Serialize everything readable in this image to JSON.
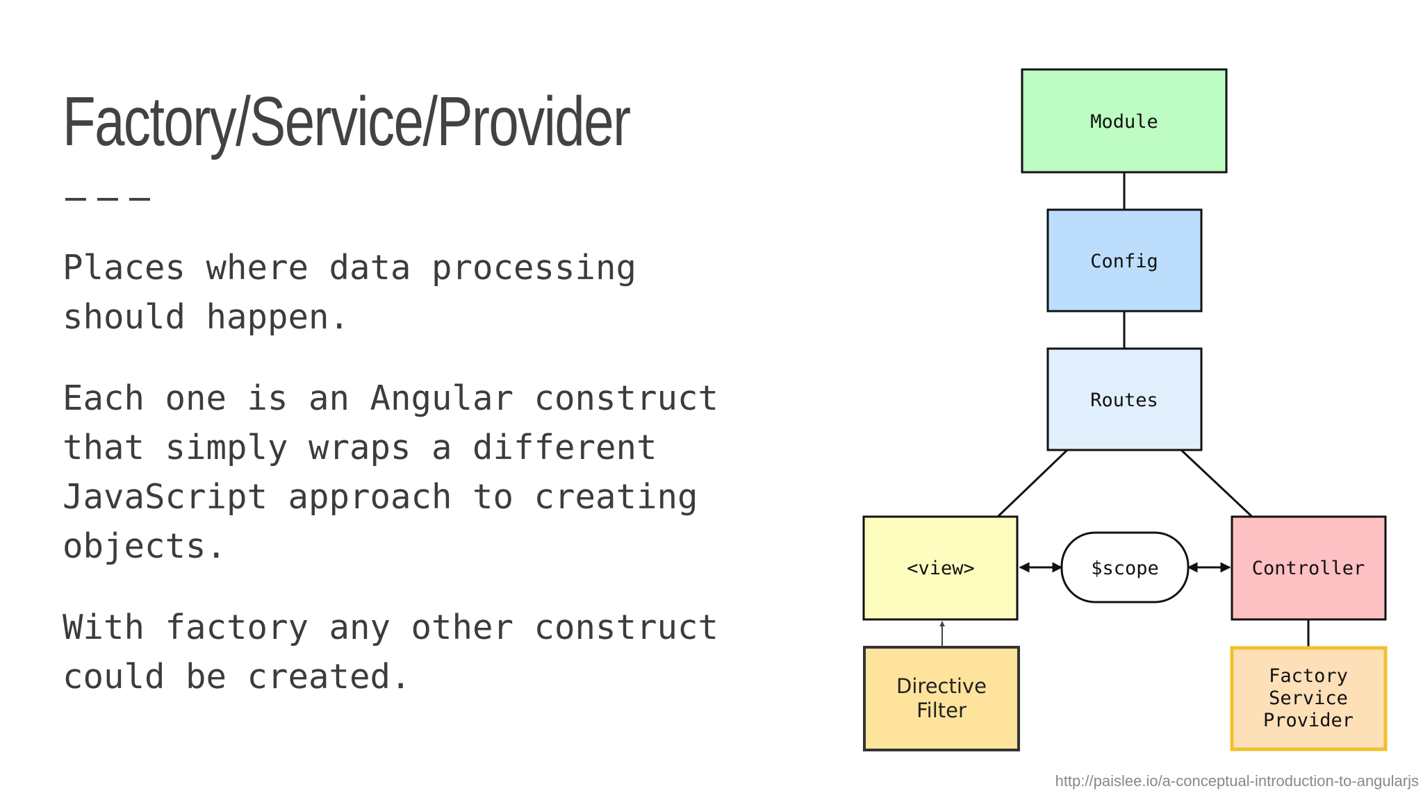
{
  "slide": {
    "title": "Factory/Service/Provider",
    "paragraphs": [
      [
        "Places where data processing",
        "should happen."
      ],
      [
        "Each one is an Angular construct",
        "that simply wraps a different",
        "JavaScript approach to creating",
        "objects."
      ],
      [
        "With factory any other construct",
        "could be created."
      ]
    ],
    "source": "http://paislee.io/a-conceptual-introduction-to-angularjs"
  },
  "diagram": {
    "module": "Module",
    "config": "Config",
    "routes": "Routes",
    "view": "<view>",
    "scope": "$scope",
    "controller": "Controller",
    "directive_filter": [
      "Directive",
      "Filter"
    ],
    "factory_service_provider": [
      "Factory",
      "Service",
      "Provider"
    ]
  },
  "colors": {
    "module": "#bdfcc2",
    "config": "#bcdefc",
    "routes": "#e1effc",
    "view": "#fdfdc0",
    "controller": "#fdc0c3",
    "directive_filter": "#fde39c",
    "factory_service_provider": "#fddfb8",
    "factory_border": "#f0c02e"
  }
}
